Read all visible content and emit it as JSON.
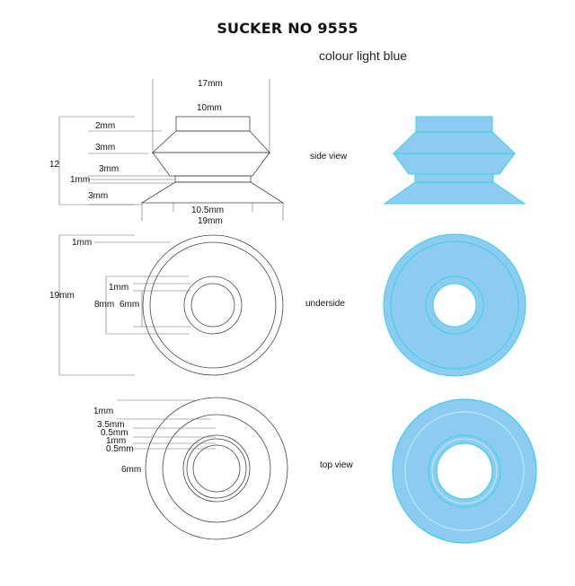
{
  "title": "SUCKER NO 9555",
  "subtitle": "colour light blue",
  "colors": {
    "fill": "#8ecbf0",
    "edge": "#33d3ec",
    "line": "#444444"
  },
  "side_view": {
    "label": "side view",
    "dims": {
      "top_width": "17mm",
      "inner_width": "10mm",
      "d1": "2mm",
      "d2": "3mm",
      "height": "12",
      "d3": "3mm",
      "d4": "1mm",
      "d5": "3mm",
      "neck_width": "10.5mm",
      "base_width": "19mm"
    }
  },
  "underside": {
    "label": "underside",
    "dims": {
      "rim": "1mm",
      "diameter": "19mm",
      "ring": "1mm",
      "outer_hole": "8mm",
      "inner_hole": "6mm"
    }
  },
  "top_view": {
    "label": "top view",
    "dims": {
      "d1": "1mm",
      "d2": "3.5mm",
      "d3": "0.5mm",
      "d4": "1mm",
      "d5": "0.5mm",
      "hole": "6mm"
    }
  }
}
